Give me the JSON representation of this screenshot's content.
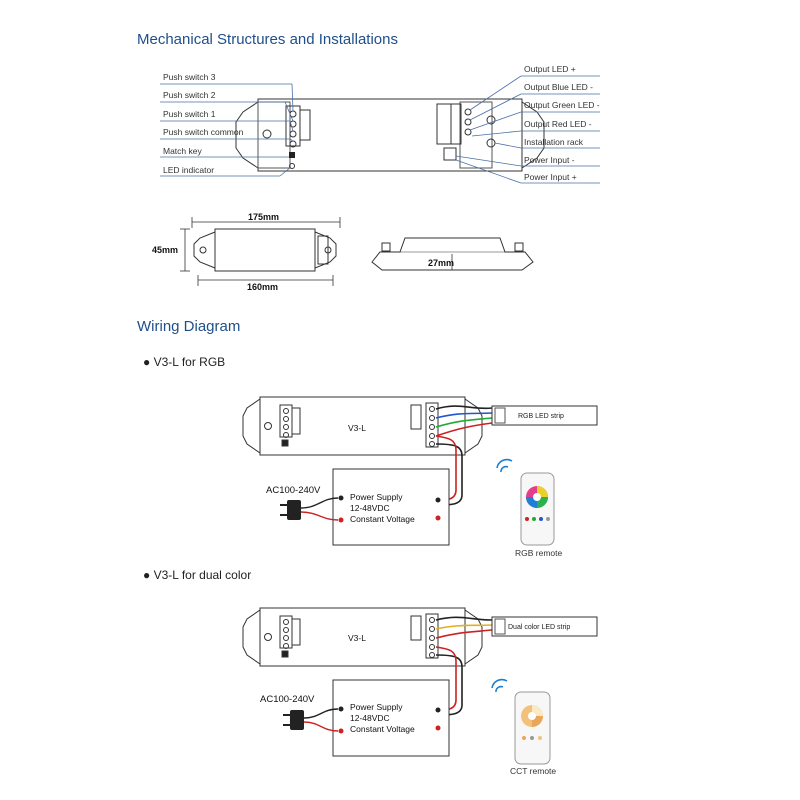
{
  "mechanical": {
    "title": "Mechanical Structures and Installations",
    "left_labels": [
      "Push switch 3",
      "Push switch 2",
      "Push switch 1",
      "Push switch common",
      "Match key",
      "LED indicator"
    ],
    "right_labels": [
      "Output LED +",
      "Output Blue LED -",
      "Output Green LED -",
      "Output Red LED -",
      "Installation rack",
      "Power Input -",
      "Power Input +"
    ],
    "dimensions": {
      "length": "175mm",
      "inner_length": "160mm",
      "width": "45mm",
      "height": "27mm"
    }
  },
  "wiring": {
    "title": "Wiring Diagram",
    "rgb": {
      "bullet": "● V3-L for RGB",
      "controller": "V3-L",
      "strip": "RGB LED strip",
      "ac": "AC100-240V",
      "psu": [
        "Power Supply",
        "12-48VDC",
        "Constant Voltage"
      ],
      "remote": "RGB remote"
    },
    "dual": {
      "bullet": "● V3-L for dual color",
      "controller": "V3-L",
      "strip": "Dual color LED strip",
      "ac": "AC100-240V",
      "psu": [
        "Power Supply",
        "12-48VDC",
        "Constant Voltage"
      ],
      "remote": "CCT remote"
    }
  },
  "colors": {
    "heading": "#1f4f8b",
    "line": "#4a6fa5",
    "wire_red": "#cc2222",
    "wire_black": "#222222"
  }
}
